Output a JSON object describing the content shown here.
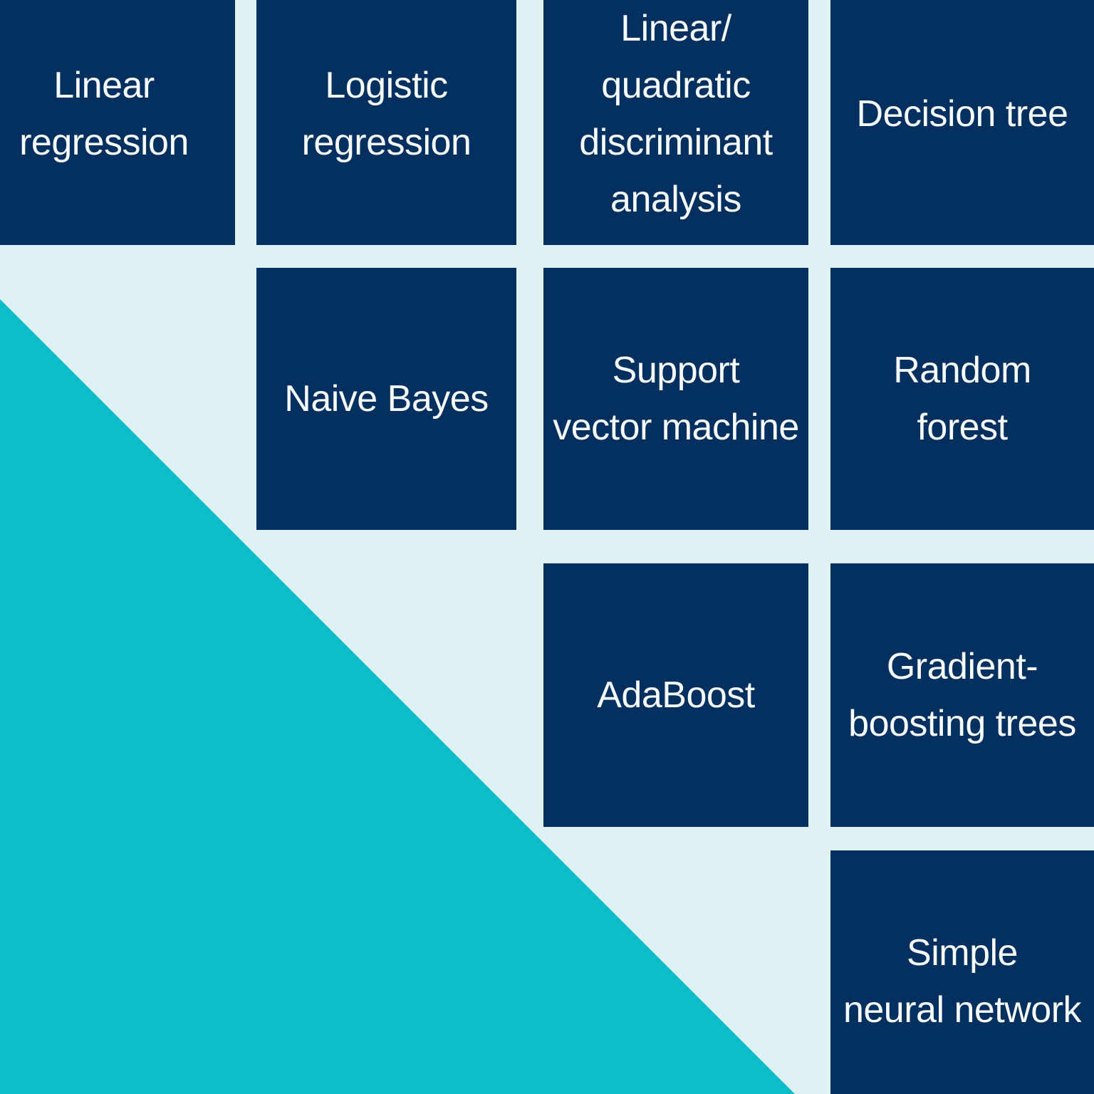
{
  "colors": {
    "background": "#def1f5",
    "box": "#04305f",
    "triangle": "#0dbeca",
    "text": "#f7fbfd"
  },
  "cells": [
    {
      "id": "linear-regression",
      "label": "Linear\nregression"
    },
    {
      "id": "logistic-regression",
      "label": "Logistic\nregression"
    },
    {
      "id": "linear-quadratic-discriminant-analysis",
      "label": "Linear/\nquadratic\ndiscriminant\nanalysis"
    },
    {
      "id": "decision-tree",
      "label": "Decision tree"
    },
    {
      "id": "naive-bayes",
      "label": "Naive Bayes"
    },
    {
      "id": "support-vector-machine",
      "label": "Support\nvector machine"
    },
    {
      "id": "random-forest",
      "label": "Random\nforest"
    },
    {
      "id": "adaboost",
      "label": "AdaBoost"
    },
    {
      "id": "gradient-boosting-trees",
      "label": "Gradient-\nboosting trees"
    },
    {
      "id": "simple-neural-network",
      "label": "Simple\nneural network"
    }
  ]
}
